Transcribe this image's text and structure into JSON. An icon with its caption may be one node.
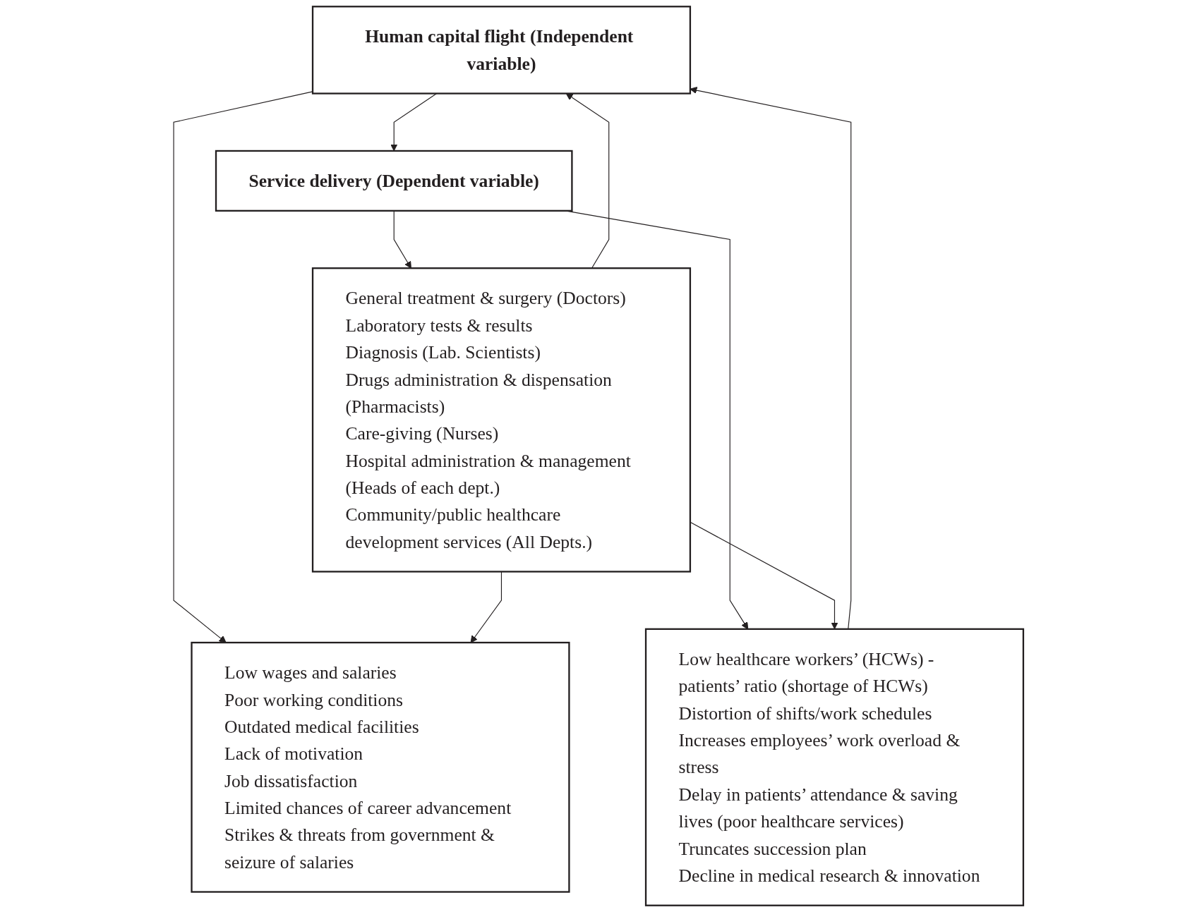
{
  "diagram": {
    "nodes": [
      {
        "text": [
          "Human capital flight (Independent variable)"
        ]
      },
      {
        "text": [
          "Service delivery (Dependent variable)"
        ]
      },
      {
        "text": [
          "Low wages and salaries",
          "Poor working conditions",
          "Outdated medical facilities",
          "Lack of motivation",
          "Job dissatisfaction",
          "Limited chances of career advancement",
          "Strikes & threats from government & seizure of salaries"
        ]
      },
      {
        "text": [
          "General treatment & surgery (Doctors)",
          "Laboratory tests & results",
          "Diagnosis (Lab. Scientists)",
          "Drugs administration & dispensation (Pharmacists)",
          "Care-giving (Nurses)",
          "Hospital administration & management (Heads of each dept.)",
          "Community/public healthcare development services (All Depts.)"
        ]
      },
      {
        "text": [
          "Low healthcare workers’ (HCWs) - patients’ ratio (shortage of HCWs)",
          "Distortion of shifts/work schedules",
          "Increases employees’ work overload & stress",
          "Delay in patients’ attendance & saving lives (poor healthcare services)",
          "Truncates succession plan",
          "Decline in medical research & innovation"
        ]
      }
    ],
    "edges": [
      {
        "from": 0,
        "to": 1,
        "arrow": "to"
      },
      {
        "from": 0,
        "to": 2,
        "arrow": "to"
      },
      {
        "from": 1,
        "to": 3,
        "arrow": "to"
      },
      {
        "from": 1,
        "to": 4,
        "arrow": "to"
      },
      {
        "from": 3,
        "to": 2,
        "arrow": "to"
      },
      {
        "from": 3,
        "to": 4,
        "arrow": "to"
      },
      {
        "from": 3,
        "to": 0,
        "arrow": "to"
      },
      {
        "from": 4,
        "to": 0,
        "arrow": "to"
      }
    ]
  }
}
